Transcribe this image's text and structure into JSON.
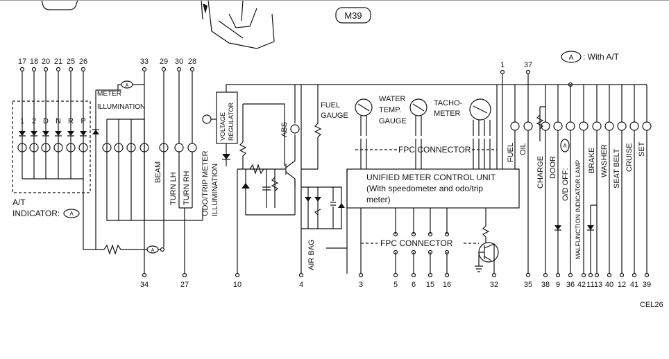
{
  "connector_id": "M39",
  "legend": {
    "symbol": "A",
    "text": ": With A/T"
  },
  "top_pins": [
    "17",
    "18",
    "20",
    "21",
    "25",
    "26",
    "33",
    "29",
    "30",
    "28",
    "1",
    "37"
  ],
  "bottom_pins": [
    "34",
    "27",
    "10",
    "4",
    "3",
    "5",
    "6",
    "15",
    "16",
    "32",
    "35",
    "38",
    "9",
    "36",
    "42",
    "11",
    "13",
    "40",
    "12",
    "41",
    "39"
  ],
  "at_indicator": {
    "positions": [
      "1",
      "2",
      "D",
      "N",
      "R",
      "P"
    ],
    "label_line1": "A/T",
    "label_line2": "INDICATOR:",
    "symbol": "A"
  },
  "labels": {
    "meter_illum": "METER",
    "meter_illum2": "ILLUMINATION",
    "beam": "BEAM",
    "turn_lh": "TURN LH",
    "turn_rh": "TURN RH",
    "odo1": "ODO/TRIP METER",
    "odo2": "ILLUMINATION",
    "voltage": "VOLTAGE",
    "regulator": "REGULATOR",
    "abs": "ABS",
    "fuel_gauge1": "FUEL",
    "fuel_gauge2": "GAUGE",
    "water1": "WATER",
    "water2": "TEMP.",
    "water3": "GAUGE",
    "tacho1": "TACHO-",
    "tacho2": "METER",
    "fpc_top": "FPC CONNECTOR",
    "fpc_bottom": "FPC CONNECTOR",
    "umcu1": "UNIFIED METER CONTROL UNIT",
    "umcu2": "(With speedometer and odo/trip",
    "umcu3": "meter)",
    "airbag": "AIR BAG",
    "fuel": "FUEL",
    "oil": "OIL",
    "charge": "CHARGE",
    "door": "DOOR",
    "od_off": "O/D OFF:",
    "od_sym": "A",
    "mil": "MALFUNCTION INDICATOR LAMP",
    "brake": "BRAKE",
    "washer": "WASHER",
    "seatbelt": "SEAT BELT",
    "cruise": "CRUISE",
    "set": "SET",
    "code": "CEL26"
  }
}
